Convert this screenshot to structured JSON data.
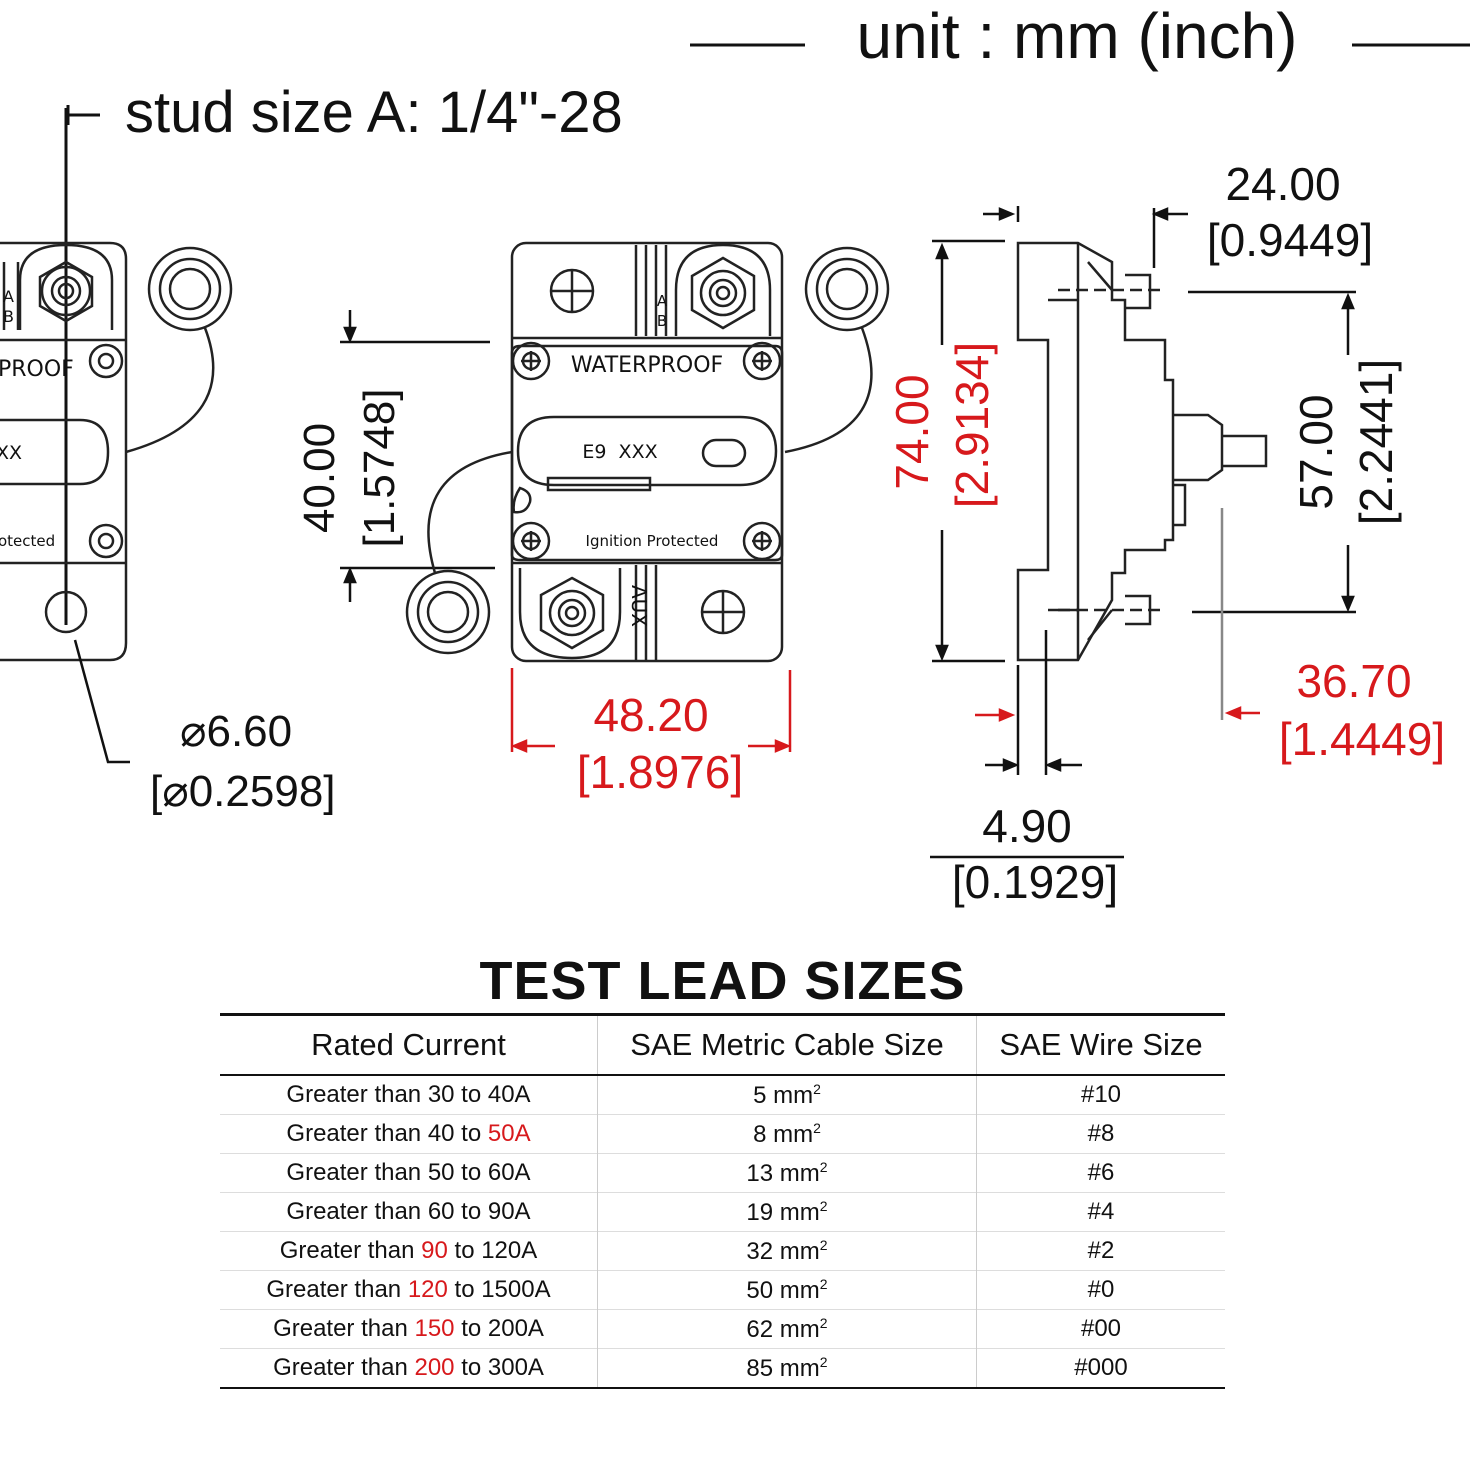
{
  "header": {
    "units": "unit : mm (inch)",
    "stud_size": "stud size A: 1/4\"-28"
  },
  "front_view": {
    "waterproof_label": "WATERPROOF",
    "model_label": "E9  XXX",
    "ignition_label": "Ignition Protected",
    "terminal_b": "B",
    "terminal_a": "A",
    "aux_label": "AUX",
    "left_partial_waterproof": "PROOF",
    "left_partial_model": "XX",
    "left_partial_ignition": "otected"
  },
  "dimensions": {
    "hole_dia_mm": "⌀6.60",
    "hole_dia_in": "[⌀0.2598]",
    "mount_spacing_mm": "40.00",
    "mount_spacing_in": "[1.5748]",
    "width_mm": "48.20",
    "width_in": "[1.8976]",
    "height_mm": "74.00",
    "height_in": "[2.9134]",
    "depth_mm": "24.00",
    "depth_in": "[0.9449]",
    "body_height_mm": "57.00",
    "body_height_in": "[2.2441]",
    "stud_length_mm": "36.70",
    "stud_length_in": "[1.4449]",
    "flange_mm": "4.90",
    "flange_in": "[0.1929]"
  },
  "colors": {
    "highlight": "#d7191c",
    "line": "#111111"
  },
  "lead_table": {
    "title": "TEST LEAD SIZES",
    "headers": [
      "Rated Current",
      "SAE Metric Cable Size",
      "SAE Wire Size"
    ],
    "rows": [
      {
        "pre": "Greater than 30 to 40A",
        "hl1": "",
        "mid": "",
        "hl2": "",
        "post": "",
        "cable": "5 mm",
        "sup": "2",
        "wire": "#10"
      },
      {
        "pre": "Greater than 40 to ",
        "hl1": "",
        "mid": "",
        "hl2": "50A",
        "post": "",
        "cable": "8 mm",
        "sup": "2",
        "wire": "#8"
      },
      {
        "pre": "Greater than 50 to 60A",
        "hl1": "",
        "mid": "",
        "hl2": "",
        "post": "",
        "cable": "13 mm",
        "sup": "2",
        "wire": "#6"
      },
      {
        "pre": "Greater than 60 to 90A",
        "hl1": "",
        "mid": "",
        "hl2": "",
        "post": "",
        "cable": "19 mm",
        "sup": "2",
        "wire": "#4"
      },
      {
        "pre": "Greater than ",
        "hl1": "90",
        "mid": " to 120A",
        "hl2": "",
        "post": "",
        "cable": "32 mm",
        "sup": "2",
        "wire": "#2"
      },
      {
        "pre": "Greater than ",
        "hl1": "120",
        "mid": " to 1500A",
        "hl2": "",
        "post": "",
        "cable": "50 mm",
        "sup": "2",
        "wire": "#0"
      },
      {
        "pre": "Greater than ",
        "hl1": "150",
        "mid": " to 200A",
        "hl2": "",
        "post": "",
        "cable": "62 mm",
        "sup": "2",
        "wire": "#00"
      },
      {
        "pre": "Greater than ",
        "hl1": "200",
        "mid": " to 300A",
        "hl2": "",
        "post": "",
        "cable": "85 mm",
        "sup": "2",
        "wire": "#000"
      }
    ]
  }
}
